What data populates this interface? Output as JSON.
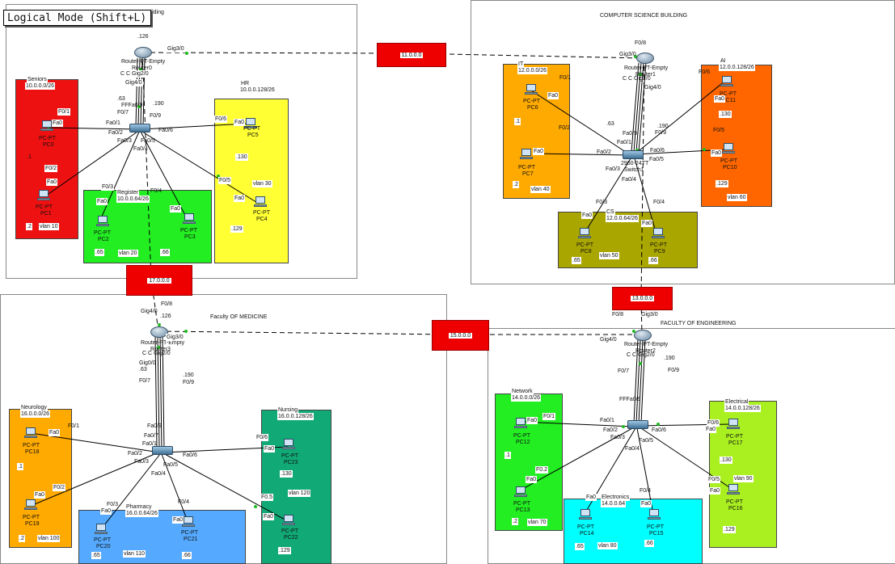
{
  "mode_label": "Logical Mode (Shift+L)",
  "buildings": {
    "admin": {
      "title": "Building"
    },
    "cs": {
      "title": "COMPUTER SCIENCE BUILDING"
    },
    "med": {
      "title": "Faculty OF MEDICINE"
    },
    "eng": {
      "title": "FACULTY OF ENGINEERING"
    }
  },
  "clouds": {
    "c11": "11.0.0.0",
    "c17": "17.0.0.0",
    "c13": "13.0.0.0",
    "c15": "15.0.0.0"
  },
  "zones": {
    "seniors": {
      "name": "Seniors",
      "net": "10.0.0.0/26",
      "vlan": "vlan 10"
    },
    "hr": {
      "name": "HR",
      "net": "10.0.0.128/26",
      "vlan": "vlan 30"
    },
    "register": {
      "name": "Register",
      "net": "10.0.0.64/26",
      "vlan": "vlan 20"
    },
    "it": {
      "name": "IT",
      "net": "12.0.0.0/26",
      "vlan": "vlan 40"
    },
    "ai": {
      "name": "AI",
      "net": "12.0.0.128/26",
      "vlan": "vlan 60"
    },
    "cs": {
      "name": "CS",
      "net": "12.0.0.64/26",
      "vlan": "vlan 50"
    },
    "neuro": {
      "name": "Neurology",
      "net": "16.0.0.0/26",
      "vlan": "vlan 100"
    },
    "nursing": {
      "name": "Nursing",
      "net": "16.0.0.128/26",
      "vlan": "vlan 120"
    },
    "pharmacy": {
      "name": "Pharmacy",
      "net": "16.0.0.64/26",
      "vlan": "vlan 110"
    },
    "network": {
      "name": "Network",
      "net": "14.0.0.0/26",
      "vlan": "vlan 70"
    },
    "electrical": {
      "name": "Electrical",
      "net": "14.0.0.128/26",
      "vlan": "vlan 90"
    },
    "electronics": {
      "name": "Electronics",
      "net": "14.0.0.64",
      "vlan": "vlan 80"
    }
  },
  "devices": {
    "pc_type": "PC-PT",
    "pc0": "PC0",
    "pc1": "PC1",
    "pc2": "PC2",
    "pc3": "PC3",
    "pc4": "PC4",
    "pc5": "PC5",
    "pc6": "PC6",
    "pc7": "PC7",
    "pc8": "PC8",
    "pc9": "PC9",
    "pc10": "PC10",
    "pc11": "PC11",
    "pc12": "PC12",
    "pc13": "PC13",
    "pc14": "PC14",
    "pc15": "PC15",
    "pc16": "PC16",
    "pc17": "PC17",
    "pc18": "PC18",
    "pc19": "PC19",
    "pc20": "PC20",
    "pc21": "PC21",
    "pc22": "PC22",
    "pc23": "PC23",
    "router_empty": "Router-PT-Empty",
    "router0": "Router0",
    "router1": "Router1",
    "router2": "Router2",
    "router3": "Router3",
    "switch1": "Switch1",
    "switch_model": "2960-24TT"
  },
  "ports": {
    "fa0": "Fa0",
    "fa01": "Fa0/1",
    "fa02": "Fa0/2",
    "fa03": "Fa0/3",
    "fa04": "Fa0/4",
    "fa05": "Fa0/5",
    "fa06": "Fa0/6",
    "fa07": "Fa0/7",
    "fa08": "Fa0/8",
    "fa09": "Fa0/9",
    "f01": "F0/1",
    "f02": "F0/2",
    "f03": "F0/3",
    "f04": "F0/4",
    "f05": "F0/5",
    "f06": "F0/6",
    "f07": "F0/7",
    "f08": "F0/8",
    "f09": "F0/9",
    "f0_2": "F0.2",
    "f0_5": "F0.5",
    "fafa09": "FFFa0/9",
    "gig00": "Gig0/0",
    "gig20": "Gig2/0",
    "gig30": "Gig3/0",
    "gig40": "Gig4/0",
    "cc_gig20": "C C Gig2/0"
  },
  "hosts": {
    "h1": ".1",
    "h2": ".2",
    "h65": ".65",
    "h66": ".66",
    "h129": ".129",
    "h130": ".130",
    "h63": ".63",
    "h126": ".126",
    "h190": ".190"
  }
}
